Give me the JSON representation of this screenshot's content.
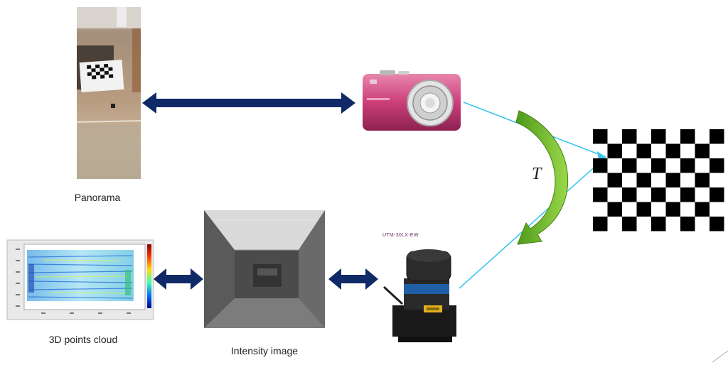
{
  "labels": {
    "panorama": "Panorama",
    "points_cloud": "3D points cloud",
    "intensity": "Intensity image",
    "transform": "T",
    "sensor_model": "UTM-30LX-EW"
  },
  "colors": {
    "arrow": "#0f2a66",
    "green_arrow": "#72b52a",
    "cyan_line": "#3cc6ee",
    "camera_pink": "#d0457f",
    "checker": "#000000"
  },
  "icons": {
    "camera": "camera-icon",
    "lidar": "lidar-sensor-icon",
    "checkerboard": "checkerboard-target-icon"
  }
}
